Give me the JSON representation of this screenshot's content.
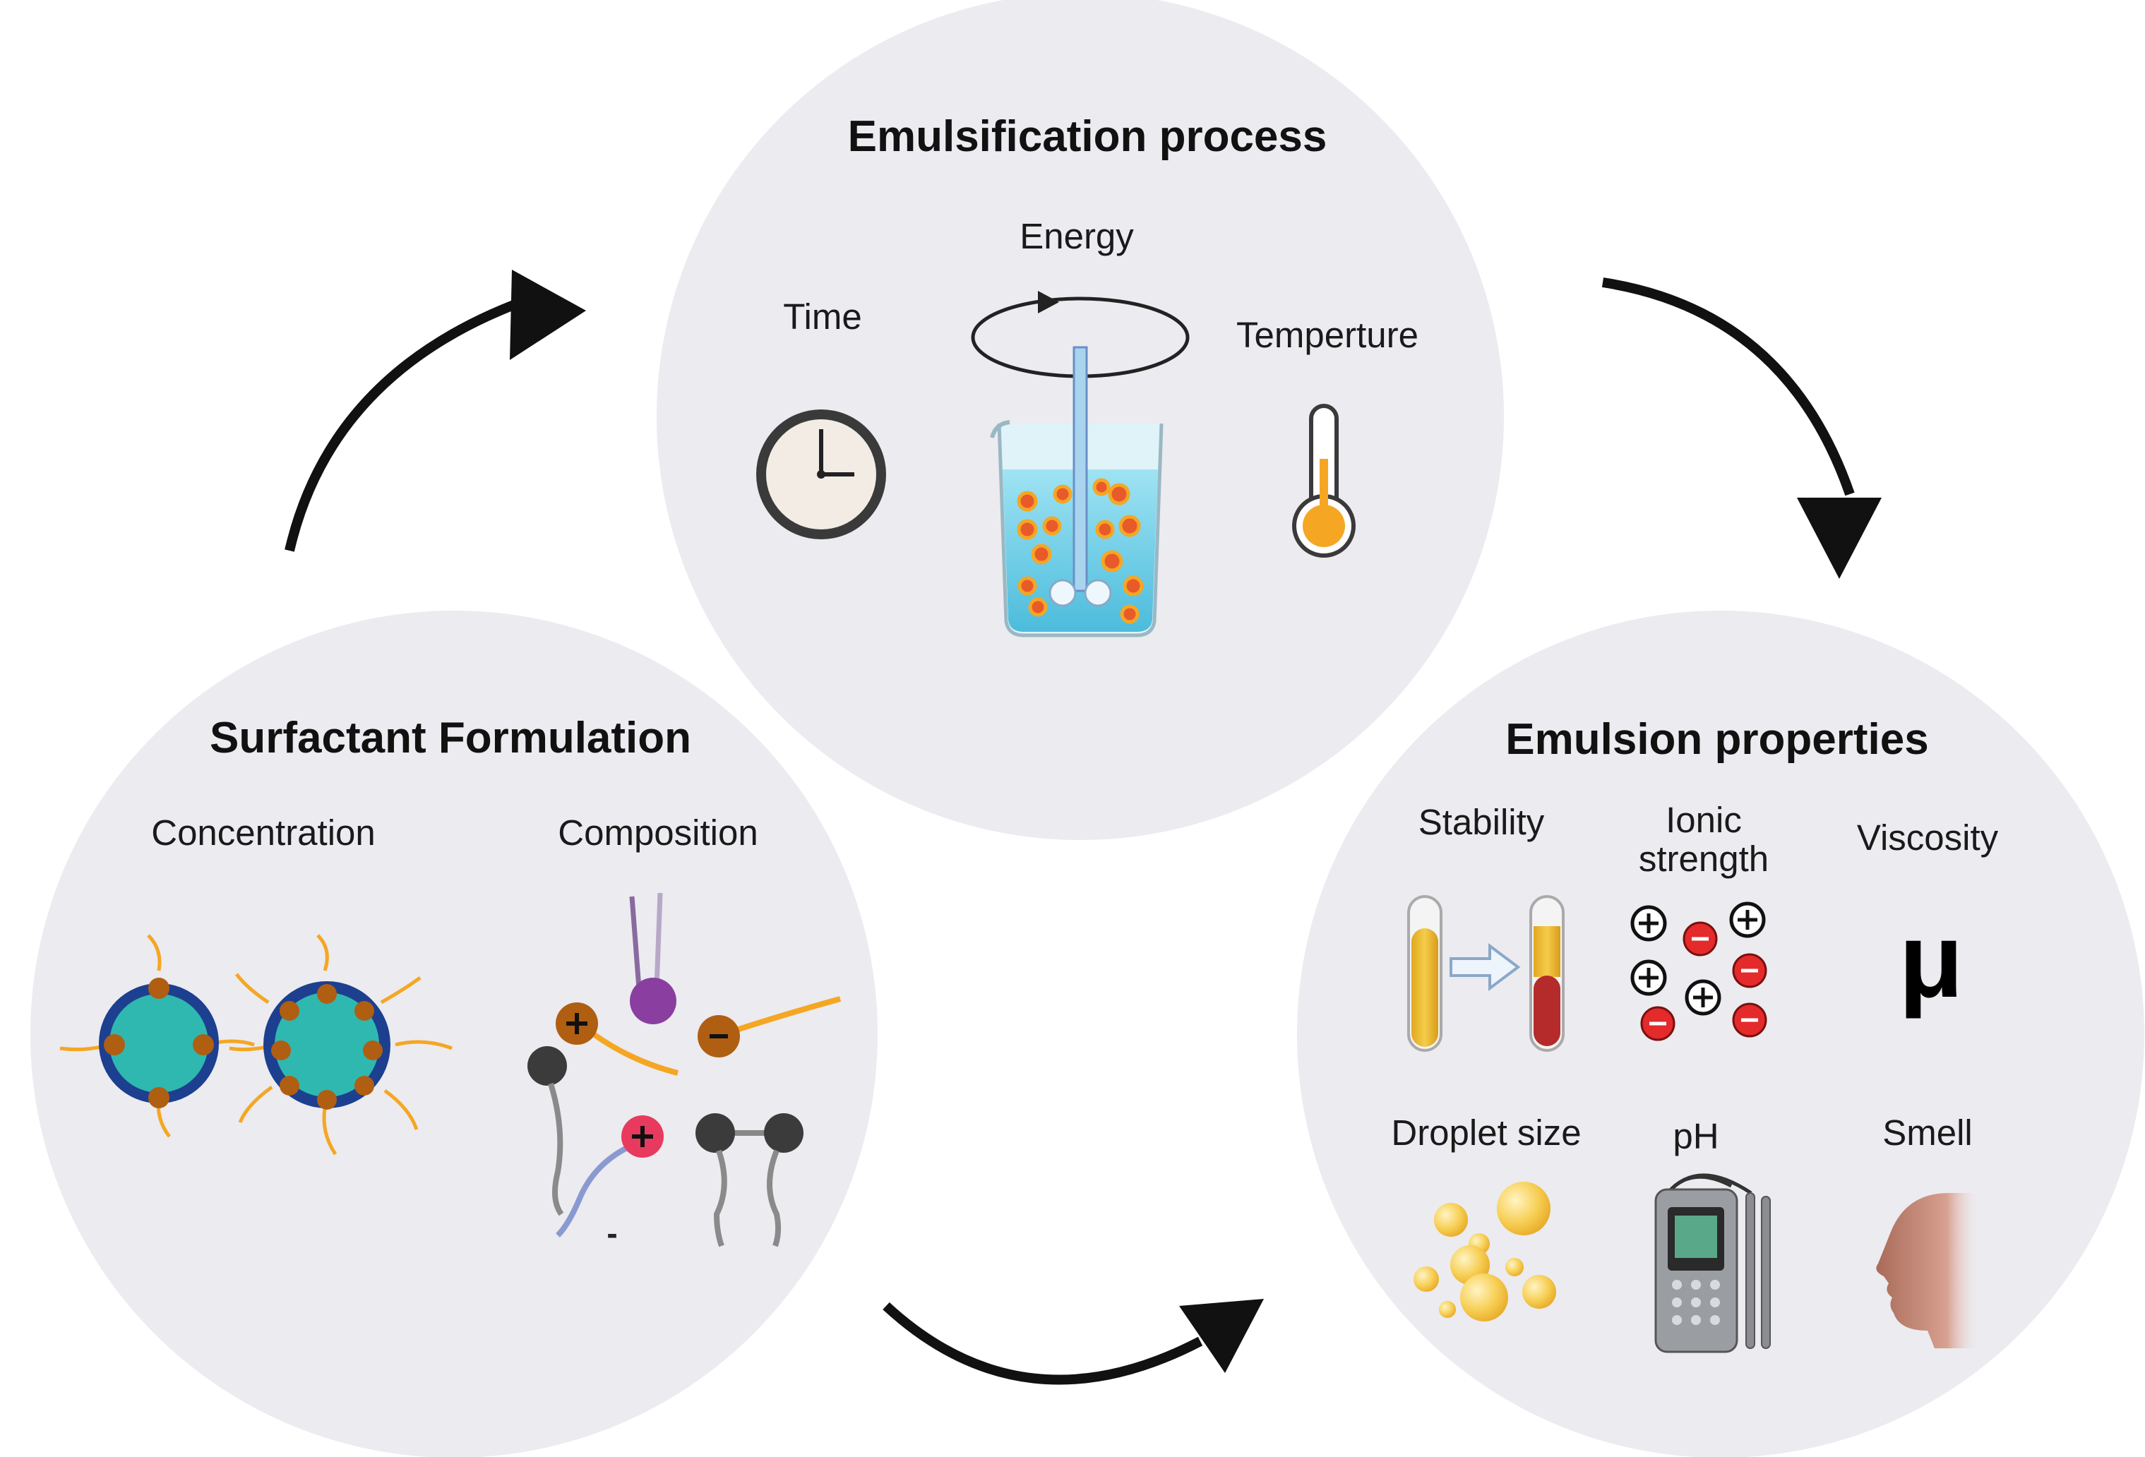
{
  "process": {
    "title": "Emulsification process",
    "energy": "Energy",
    "time": "Time",
    "temperature": "Temperture"
  },
  "formulation": {
    "title": "Surfactant Formulation",
    "concentration": "Concentration",
    "composition": "Composition",
    "minus_sign": "-",
    "minus_sign_2": "-"
  },
  "properties": {
    "title": "Emulsion properties",
    "stability": "Stability",
    "ionic_line1": "Ionic",
    "ionic_line2": "strength",
    "viscosity": "Viscosity",
    "viscosity_symbol": "μ",
    "droplet_size": "Droplet size",
    "ph": "pH",
    "smell": "Smell"
  },
  "colors": {
    "circle_fill": "#ebebf0",
    "arrow": "#111111",
    "micelle_core": "#2fb8b0",
    "micelle_ring": "#1d3f8f",
    "surfactant_head": "#b05e12",
    "surfactant_tail": "#f5a623",
    "cation_head": "#e83a5e",
    "purple_head": "#8a3fa0",
    "gray_head": "#3b3b3b",
    "droplet": "#f5c542",
    "water": "#7fd3ea",
    "oil_droplet": "#e85a2a"
  }
}
